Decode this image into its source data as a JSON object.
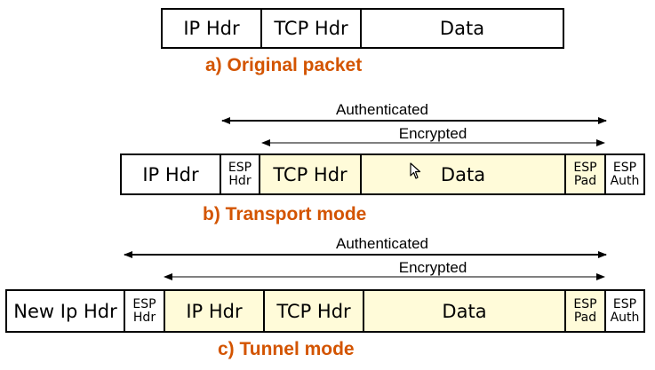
{
  "original": {
    "cells": [
      "IP Hdr",
      "TCP Hdr",
      "Data"
    ],
    "caption": "a) Original packet"
  },
  "transport": {
    "authenticated_label": "Authenticated",
    "encrypted_label": "Encrypted",
    "cells": [
      "IP Hdr",
      "ESP",
      "Hdr",
      "TCP Hdr",
      "Data",
      "ESP",
      "Pad",
      "ESP",
      "Auth"
    ],
    "caption": "b) Transport mode"
  },
  "tunnel": {
    "authenticated_label": "Authenticated",
    "encrypted_label": "Encrypted",
    "cells": [
      "New Ip Hdr",
      "ESP",
      "Hdr",
      "IP Hdr",
      "TCP Hdr",
      "Data",
      "ESP",
      "Pad",
      "ESP",
      "Auth"
    ],
    "caption": "c) Tunnel mode"
  },
  "colors": {
    "caption": "#d35400",
    "encrypted_fill": "#fffbd9"
  },
  "icons": {
    "pointer": "mouse-cursor-icon"
  }
}
